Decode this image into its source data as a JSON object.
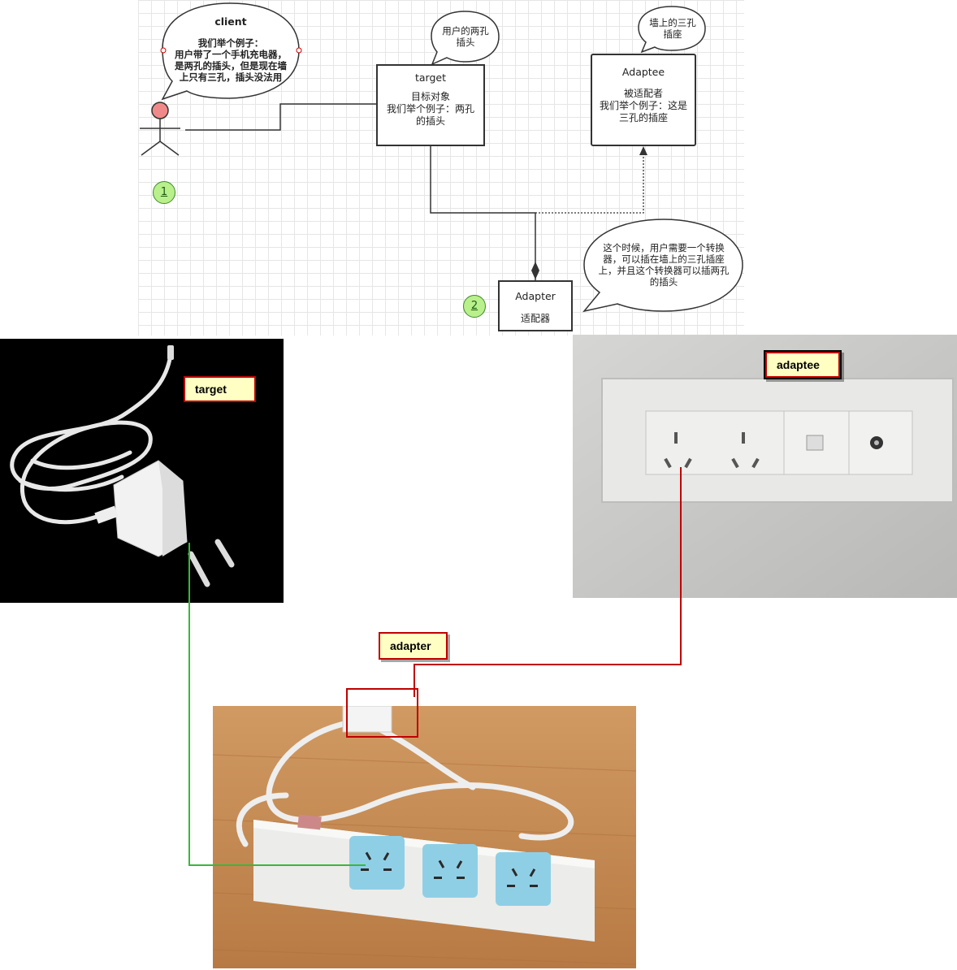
{
  "diagram": {
    "client_bubble": {
      "title": "client",
      "line1": "我们举个例子：",
      "line2": "用户带了一个手机充电器，",
      "line3": "是两孔的插头，但是现在墙",
      "line4": "上只有三孔，插头没法用"
    },
    "target_bubble": {
      "line1": "用户的两孔",
      "line2": "插头"
    },
    "adaptee_bubble": {
      "line1": "墙上的三孔",
      "line2": "插座"
    },
    "adapter_bubble": {
      "line1": "这个时候，用户需要一个转换",
      "line2": "器，可以插在墙上的三孔插座",
      "line3": "上，并且这个转换器可以插两孔",
      "line4": "的插头"
    },
    "target_box": {
      "title": "target",
      "line1": "目标对象",
      "line2": "我们举个例子：两孔",
      "line3": "的插头"
    },
    "adaptee_box": {
      "title": "Adaptee",
      "line1": "被适配者",
      "line2": "我们举个例子：这是",
      "line3": "三孔的插座"
    },
    "adapter_box": {
      "title": "Adapter",
      "line1": "适配器"
    },
    "steps": [
      "1",
      "2"
    ]
  },
  "photos": {
    "target_label": "target",
    "adaptee_label": "adaptee",
    "adapter_label": "adapter"
  },
  "colors": {
    "target_wire": "#39b839",
    "adaptee_wire": "#c00000",
    "label_fill": "#ffffc4",
    "label_border": "#c00000",
    "step_fill": "#b9f08c",
    "actor_head": "#f08a8a"
  }
}
